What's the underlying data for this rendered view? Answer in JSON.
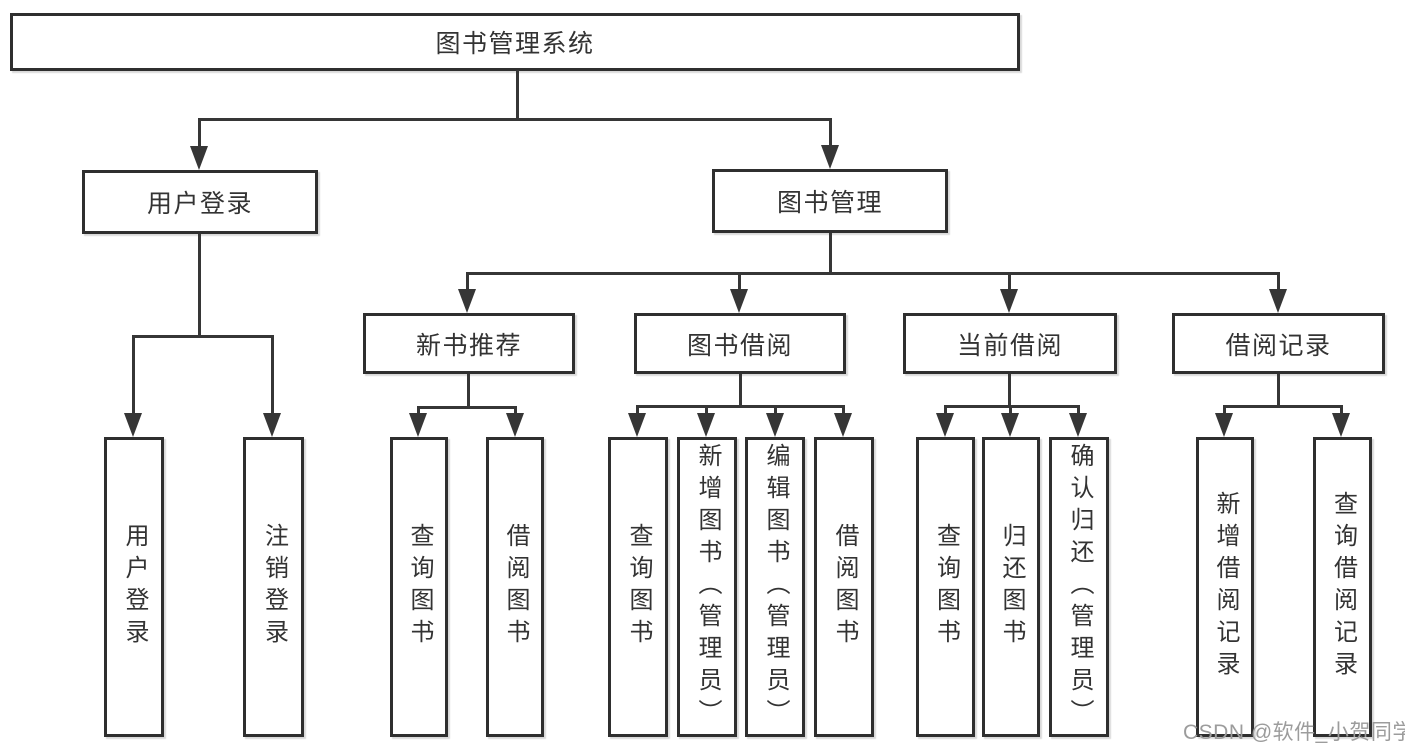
{
  "tree": {
    "label": "图书管理系统",
    "children": [
      {
        "label": "用户登录",
        "children": [
          {
            "label": "用户登录"
          },
          {
            "label": "注销登录"
          }
        ]
      },
      {
        "label": "图书管理",
        "children": [
          {
            "label": "新书推荐",
            "children": [
              {
                "label": "查询图书"
              },
              {
                "label": "借阅图书"
              }
            ]
          },
          {
            "label": "图书借阅",
            "children": [
              {
                "label": "查询图书"
              },
              {
                "label": "新增图书（管理员）"
              },
              {
                "label": "编辑图书（管理员）"
              },
              {
                "label": "借阅图书"
              }
            ]
          },
          {
            "label": "当前借阅",
            "children": [
              {
                "label": "查询图书"
              },
              {
                "label": "归还图书"
              },
              {
                "label": "确认归还（管理员）"
              }
            ]
          },
          {
            "label": "借阅记录",
            "children": [
              {
                "label": "新增借阅记录"
              },
              {
                "label": "查询借阅记录"
              }
            ]
          }
        ]
      }
    ]
  },
  "watermark": "CSDN @软件_小贺同学",
  "colors": {
    "line": "#363636",
    "box_border": "#2f2f2f",
    "box_bg": "#ffffff",
    "text": "#333333",
    "watermark": "#9c9c9c"
  }
}
